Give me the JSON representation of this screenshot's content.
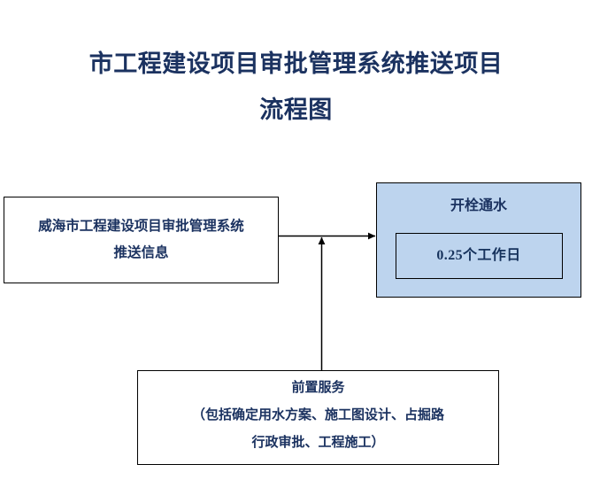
{
  "document": {
    "title_line_1": "市工程建设项目审批管理系统推送项目",
    "title_line_2": "流程图"
  },
  "colors": {
    "text_navy": "#1b3260",
    "node_fill_blue": "#bdd4ee",
    "node_fill_white": "#ffffff",
    "border_black": "#000000",
    "connector_black": "#000000"
  },
  "nodes": {
    "source": {
      "id": "source",
      "line_1": "威海市工程建设项目审批管理系统",
      "line_2": "推送信息",
      "fill": "#ffffff"
    },
    "target": {
      "id": "target",
      "heading": "开栓通水",
      "duration": "0.25个工作日",
      "fill": "#bdd4ee"
    },
    "prerequisite": {
      "id": "prerequisite",
      "line_1": "前置服务",
      "line_2": "（包括确定用水方案、施工图设计、占掘路",
      "line_3": "行政审批、工程施工）",
      "fill": "#ffffff"
    }
  },
  "connectors": [
    {
      "id": "source-to-target",
      "from": "source",
      "to": "target",
      "orientation": "horizontal",
      "label": ""
    },
    {
      "id": "prerequisite-to-flow",
      "from": "prerequisite",
      "to": "source-to-target",
      "orientation": "vertical",
      "label": ""
    }
  ],
  "chart_data": {
    "type": "diagram",
    "diagram_kind": "flowchart",
    "title": "市工程建设项目审批管理系统推送项目流程图",
    "nodes": [
      {
        "id": "source",
        "text": "威海市工程建设项目审批管理系统推送信息",
        "fill": "#ffffff",
        "shape": "rect"
      },
      {
        "id": "target",
        "text": "开栓通水",
        "sub_text": "0.25个工作日",
        "fill": "#bdd4ee",
        "shape": "rect-nested"
      },
      {
        "id": "prerequisite",
        "text": "前置服务（包括确定用水方案、施工图设计、占掘路行政审批、工程施工）",
        "fill": "#ffffff",
        "shape": "rect"
      }
    ],
    "edges": [
      {
        "from": "source",
        "to": "target",
        "arrow": true
      },
      {
        "from": "prerequisite",
        "to": "source->target",
        "arrow": true
      }
    ]
  }
}
